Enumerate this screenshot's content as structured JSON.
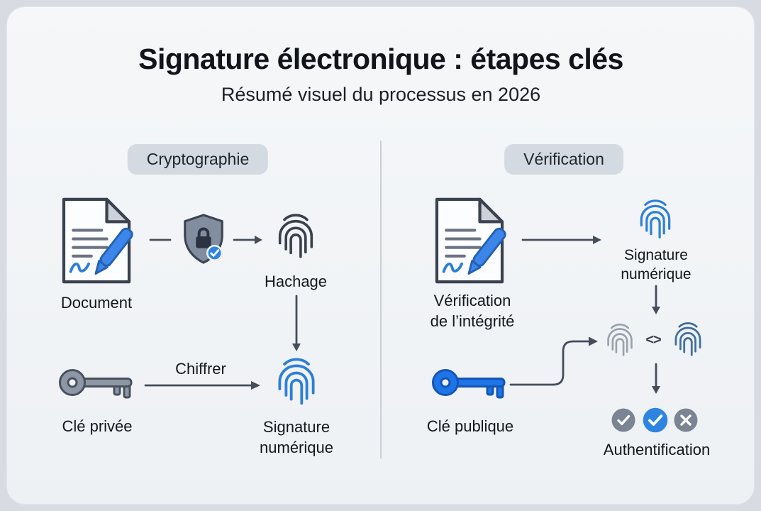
{
  "colors": {
    "accent_blue": "#2e7fd6",
    "icon_gray": "#8e97a6",
    "pill_bg": "#d4dae1",
    "card_bg": "#f2f4f7"
  },
  "header": {
    "title": "Signature électronique : étapes clés",
    "subtitle": "Résumé visuel du processus en 2026"
  },
  "crypto_panel": {
    "section_label": "Cryptographie",
    "document_label": "Document",
    "hash_label": "Hachage",
    "encrypt_label": "Chiffrer",
    "private_key_label": "Clé privée",
    "signature_label": "Signature numérique"
  },
  "verify_panel": {
    "section_label": "Vérification",
    "integrity_label": "Vérification de l’intégrité",
    "signature_label": "Signature numérique",
    "compare_symbol": "<>",
    "public_key_label": "Clé publique",
    "auth_label": "Authentification"
  }
}
